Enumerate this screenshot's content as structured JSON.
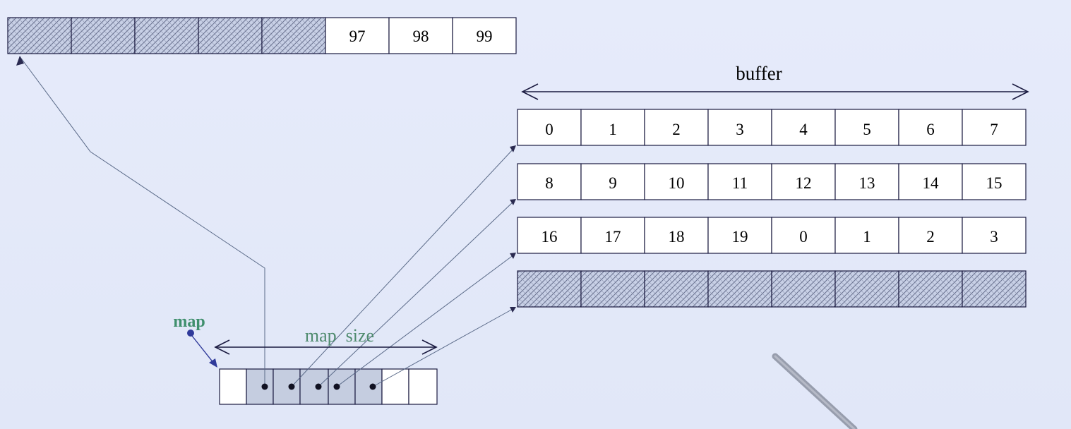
{
  "top_block": {
    "hatched_count": 5,
    "values": [
      "97",
      "98",
      "99"
    ]
  },
  "buffer": {
    "label": "buffer",
    "rows": [
      [
        "0",
        "1",
        "2",
        "3",
        "4",
        "5",
        "6",
        "7"
      ],
      [
        "8",
        "9",
        "10",
        "11",
        "12",
        "13",
        "14",
        "15"
      ],
      [
        "16",
        "17",
        "18",
        "19",
        "0",
        "1",
        "2",
        "3"
      ],
      [
        "",
        "",
        "",
        "",
        "",
        "",
        "",
        ""
      ]
    ],
    "hatched_rows": [
      3
    ]
  },
  "map": {
    "label": "map",
    "size_label": "map  size",
    "cell_count": 8,
    "used_cells": [
      1,
      2,
      3,
      4
    ]
  },
  "colors": {
    "background": "#e3e9f9",
    "line": "#1a1a40",
    "pointer_line": "#5a6a88",
    "map_label": "#3f8f6d",
    "size_label": "#4f8b6e",
    "map_dot": "#2f3a9a",
    "used_cell_fill": "#c5cde0"
  }
}
